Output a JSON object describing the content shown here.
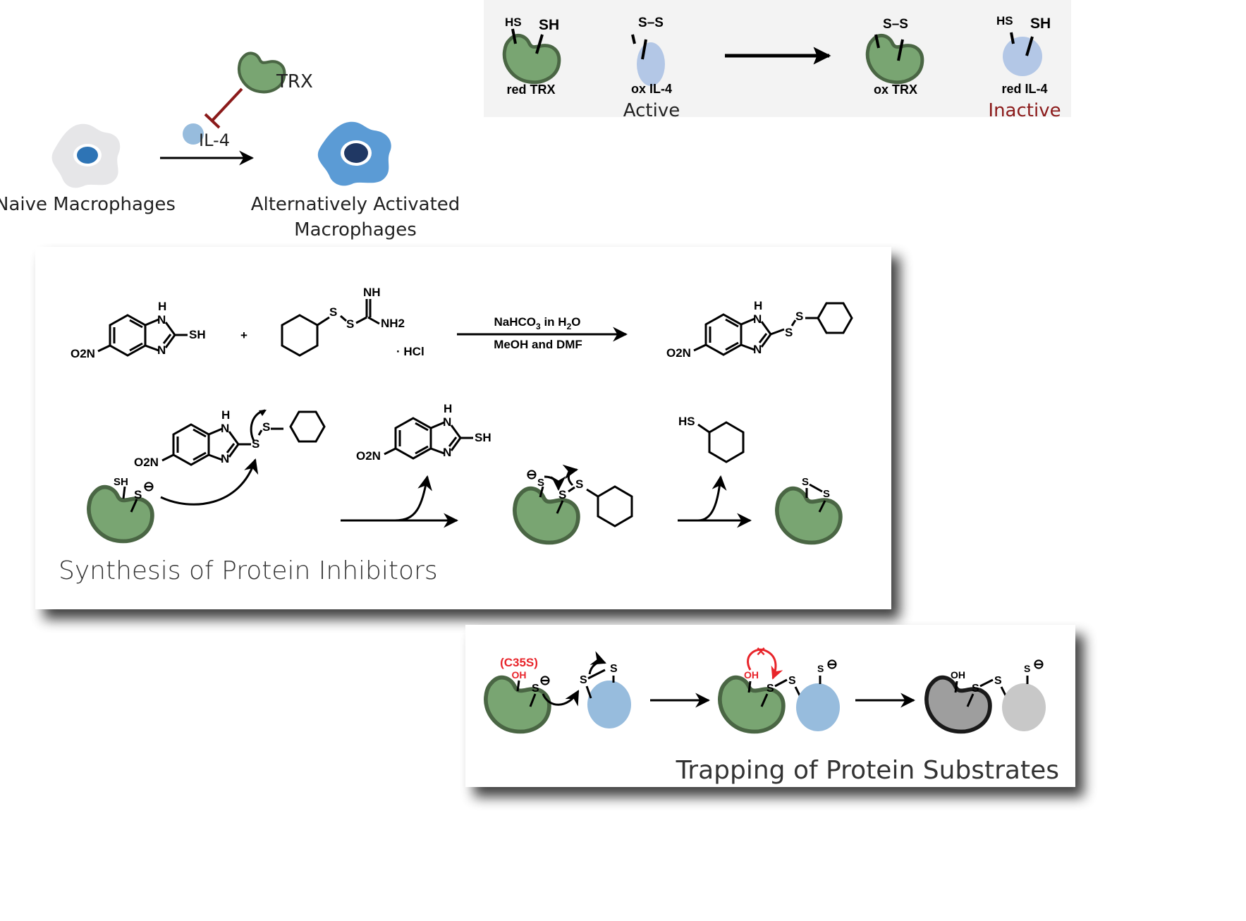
{
  "colors": {
    "trx_fill": "#79a572",
    "trx_stroke": "#4a6644",
    "il4_light": "#b3c7e6",
    "il4_blue": "#97bcdd",
    "inhibit": "#8b1a1a",
    "inactive": "#8b1a1a",
    "red_label": "#e8242a",
    "panel_gray": "#f3f3f3",
    "naive_cell": "#e6e6e8",
    "naive_nucleus": "#2e74b5",
    "active_cell": "#5b9bd5",
    "active_nucleus": "#203864",
    "gray_protein": "#9e9e9e",
    "gray_substrate": "#c8c8c8"
  },
  "activation": {
    "trx_label": "TRX",
    "il4_label": "IL-4",
    "naive_label": "Naive Macrophages",
    "activated_label_line1": "Alternatively Activated",
    "activated_label_line2": "Macrophages"
  },
  "redox_panel": {
    "red_trx": {
      "groups": [
        "HS",
        "SH"
      ],
      "label": "red TRX"
    },
    "ox_il4": {
      "bond": "S–S",
      "label": "ox IL-4",
      "state": "Active"
    },
    "ox_trx": {
      "bond": "S–S",
      "label": "ox TRX"
    },
    "red_il4": {
      "groups": [
        "HS",
        "SH"
      ],
      "label": "red IL-4",
      "state": "Inactive"
    }
  },
  "synthesis_panel": {
    "title": "Synthesis of Protein Inhibitors",
    "reactant1": {
      "h": "H",
      "n1": "N",
      "n2": "N",
      "sh": "SH",
      "no2": "O2N"
    },
    "plus": "+",
    "reactant2": {
      "s1": "S",
      "s2": "S",
      "nh": "NH",
      "nh2": "NH2",
      "salt": "· HCl"
    },
    "conditions_line1": "NaHCO3 in H2O",
    "conditions_line2": "MeOH and DMF",
    "product": {
      "h": "H",
      "n1": "N",
      "n2": "N",
      "s": "S",
      "s2": "S",
      "no2": "O2N"
    },
    "mechanism": {
      "protein_sh": "SH",
      "protein_s": "S",
      "charge": "⊖",
      "leaving_group_sh": "SH",
      "intermediate_s_minus": "S",
      "intermediate_s": "S",
      "intermediate_s2": "S",
      "cyclohexanethiol_hs": "HS",
      "final_s1": "S",
      "final_s2": "S"
    }
  },
  "trapping_panel": {
    "title": "Trapping of Protein Substrates",
    "mutation_label": "(C35S)",
    "oh": "OH",
    "s": "S",
    "charge": "⊖",
    "blocked_mark": "×"
  }
}
